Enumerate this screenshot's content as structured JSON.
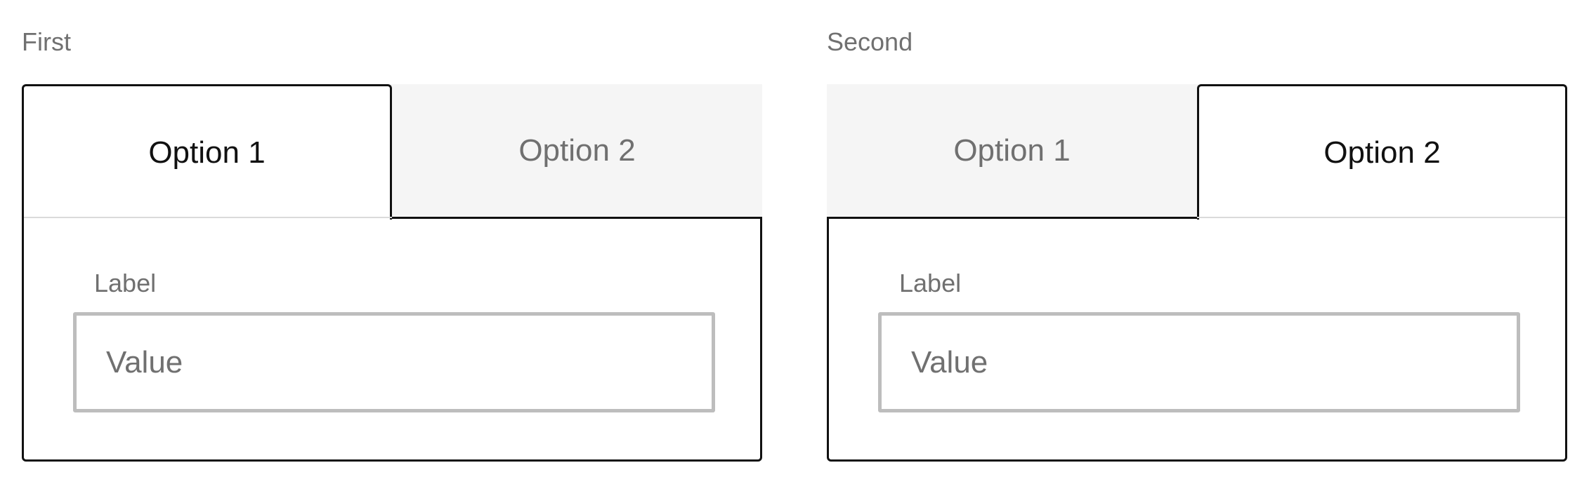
{
  "groups": [
    {
      "title": "First",
      "tabs": [
        {
          "label": "Option 1",
          "selected": true
        },
        {
          "label": "Option 2",
          "selected": false
        }
      ],
      "field": {
        "label": "Label",
        "placeholder": "Value"
      }
    },
    {
      "title": "Second",
      "tabs": [
        {
          "label": "Option 1",
          "selected": false
        },
        {
          "label": "Option 2",
          "selected": true
        }
      ],
      "field": {
        "label": "Label",
        "placeholder": "Value"
      }
    }
  ],
  "colors": {
    "active_border": "#111111",
    "inactive_tab_bg": "#f5f5f5",
    "muted_text": "#707070",
    "input_border": "#bdbdbd",
    "divider": "#dadada"
  }
}
